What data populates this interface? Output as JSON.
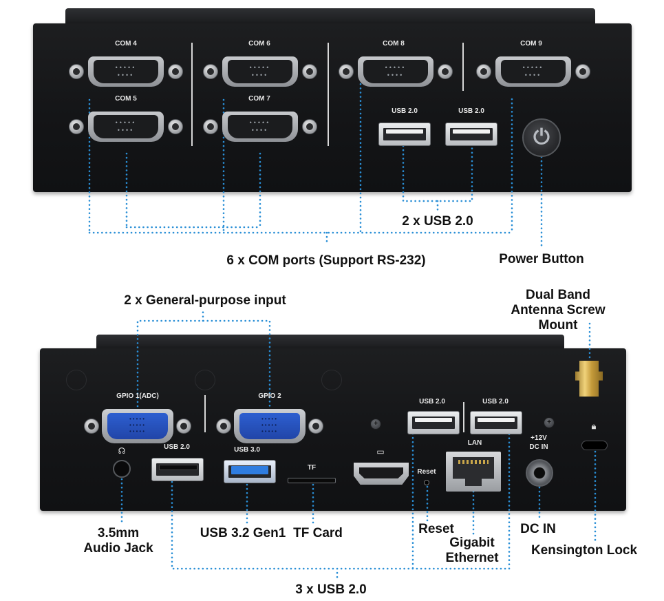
{
  "top_panel": {
    "com_labels": [
      "COM 4",
      "COM 6",
      "COM 8",
      "COM 9",
      "COM 5",
      "COM 7"
    ],
    "usb_labels": [
      "USB 2.0",
      "USB 2.0"
    ]
  },
  "bottom_panel": {
    "gpio_labels": [
      "GPIO 1(ADC)",
      "GPIO 2"
    ],
    "port_labels": {
      "usb2_left": "USB 2.0",
      "usb3": "USB 3.0",
      "tf": "TF",
      "reset": "Reset",
      "usb2_right_a": "USB 2.0",
      "usb2_right_b": "USB 2.0",
      "lan": "LAN",
      "dc_line1": "+12V",
      "dc_line2": "DC IN"
    }
  },
  "callouts": {
    "usb_top": "2 x USB 2.0",
    "com_ports": "6 x COM ports (Support RS-232)",
    "power_button": "Power Button",
    "gpio": "2 x General-purpose input",
    "antenna": "Dual Band\nAntenna Screw Mount",
    "audio": "3.5mm\nAudio Jack",
    "usb32": "USB 3.2 Gen1",
    "tf_card": "TF Card",
    "reset": "Reset",
    "ethernet": "Gigabit\nEthernet",
    "dc_in": "DC IN",
    "kensington": "Kensington Lock",
    "usb_bottom": "3 x USB 2.0"
  },
  "colors": {
    "chassis": "#141517",
    "callout_line": "#2a8fd6",
    "vga_blue": "#2d5fd0",
    "usb3_blue": "#2f7de0",
    "antenna_gold": "#c49a3a"
  }
}
